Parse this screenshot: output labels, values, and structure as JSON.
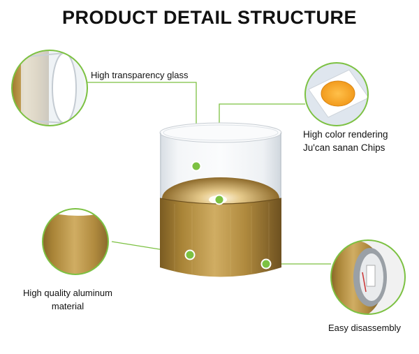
{
  "title": "PRODUCT DETAIL STRUCTURE",
  "callouts": {
    "glass": {
      "label": "High transparency glass"
    },
    "chips": {
      "line1": "High color rendering",
      "line2": "Ju'can sanan Chips"
    },
    "aluminum": {
      "line1": "High quality aluminum",
      "line2": "material"
    },
    "disassembly": {
      "label": "Easy disassembly"
    }
  },
  "colors": {
    "accent_green": "#7cc142",
    "brass": "#b08a3e",
    "brass_dark": "#7d5f24",
    "glass_tint": "#e9eef3"
  }
}
